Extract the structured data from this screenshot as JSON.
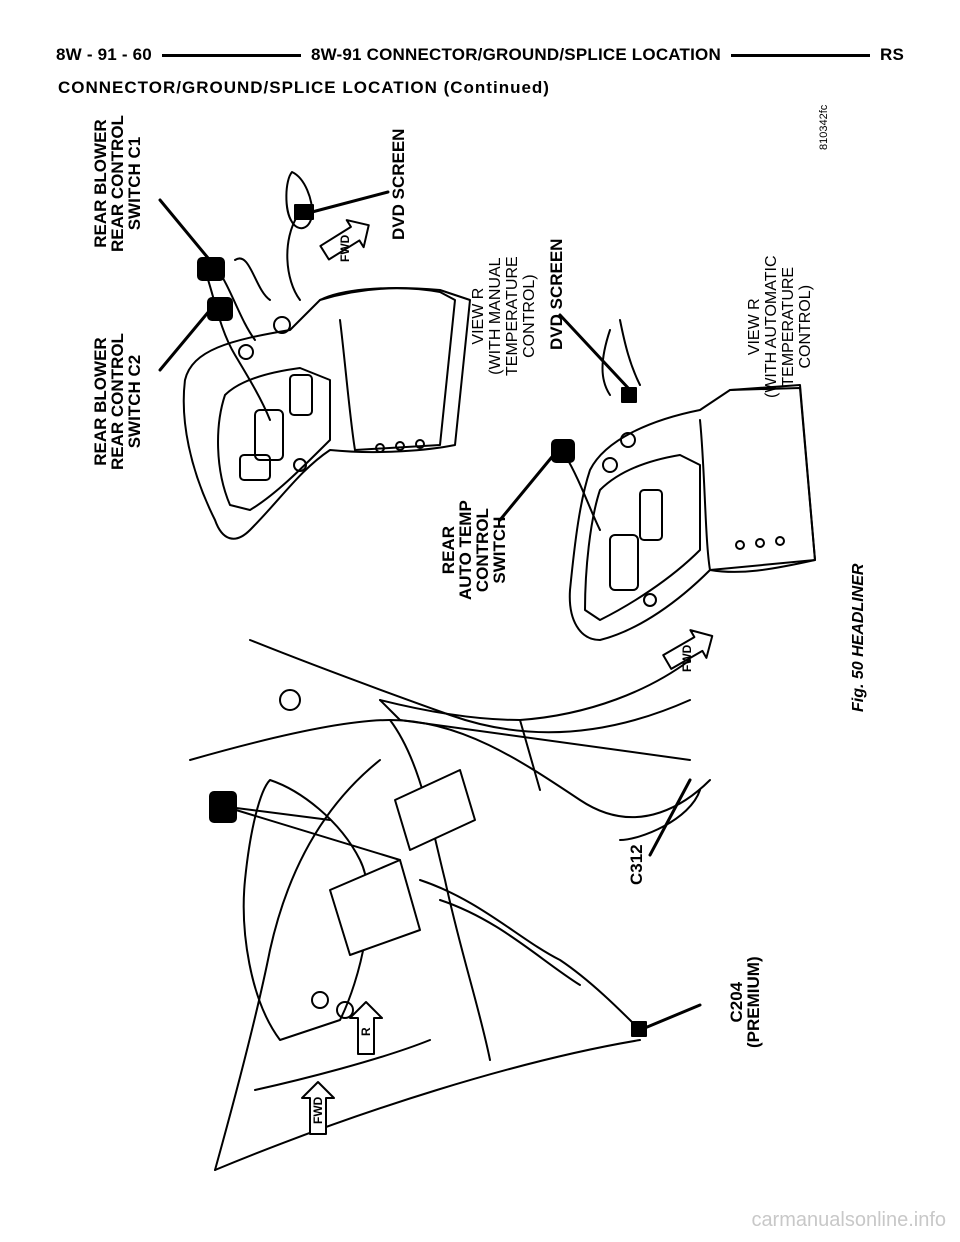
{
  "header": {
    "page_number": "8W - 91 - 60",
    "section_title": "8W-91 CONNECTOR/GROUND/SPLICE LOCATION",
    "model": "RS"
  },
  "subheader": "CONNECTOR/GROUND/SPLICE LOCATION (Continued)",
  "figure": {
    "caption": "Fig. 50 HEADLINER",
    "code": "810342fc",
    "labels": {
      "rear_blower_c1": [
        "REAR BLOWER",
        "REAR CONTROL",
        "SWITCH C1"
      ],
      "rear_blower_c2": [
        "REAR BLOWER",
        "REAR CONTROL",
        "SWITCH C2"
      ],
      "dvd_screen_top": "DVD SCREEN",
      "dvd_screen_bottom": "DVD SCREEN",
      "view_r_manual": [
        "VIEW R",
        "(WITH MANUAL",
        "TEMPERATURE",
        "CONTROL)"
      ],
      "view_r_auto": [
        "VIEW R",
        "(WITH AUTOMATIC",
        "TEMPERATURE",
        "CONTROL)"
      ],
      "rear_auto_temp": [
        "REAR",
        "AUTO TEMP",
        "CONTROL",
        "SWITCH"
      ],
      "c312": "C312",
      "c204": [
        "C204",
        "(PREMIUM)"
      ],
      "fwd_arrow": "FWD",
      "r_arrow": "R"
    }
  },
  "watermark": "carmanualsonline.info"
}
